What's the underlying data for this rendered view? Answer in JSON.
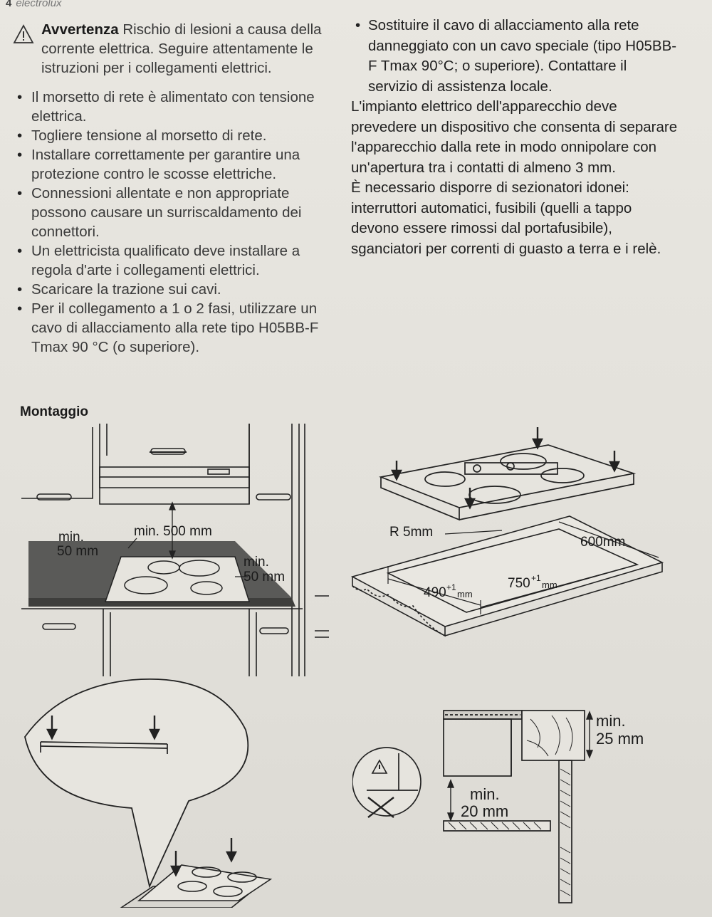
{
  "header": {
    "page_number": "4",
    "brand": "electrolux"
  },
  "warning": {
    "label": "Avvertenza",
    "text": "Rischio di lesioni a causa della corrente elettrica. Seguire attentamente le istruzioni per i collegamenti elettrici."
  },
  "left_bullets": [
    "Il morsetto di rete è alimentato con tensione elettrica.",
    "Togliere tensione al morsetto di rete.",
    "Installare correttamente per garantire una protezione contro le scosse elettriche.",
    "Connessioni allentate e non appropriate possono causare un surriscaldamento dei connettori.",
    "Un elettricista qualificato deve installare a regola d'arte i collegamenti elettrici.",
    "Scaricare la trazione sui cavi.",
    "Per il collegamento a 1 o 2 fasi, utilizzare un cavo di allacciamento alla rete tipo H05BB-F Tmax 90 °C (o superiore)."
  ],
  "right_bullet": "Sostituire il cavo di allacciamento alla rete danneggiato con un cavo speciale (tipo H05BB-F Tmax 90°C; o superiore). Contattare il servizio di assistenza locale.",
  "right_paragraphs": [
    "L'impianto elettrico dell'apparecchio deve prevedere un dispositivo che consenta di separare l'apparecchio dalla rete in modo onnipolare con un'apertura tra i contatti di almeno 3 mm.",
    "È necessario disporre di sezionatori idonei: interruttori automatici, fusibili (quelli a tappo devono essere rimossi dal portafusibile), sganciatori per correnti di guasto a terra e i relè."
  ],
  "section_title": "Montaggio",
  "fig1": {
    "min_label": "min.",
    "left_value": "50 mm",
    "top": "min. 500 mm",
    "right_value": "50 mm"
  },
  "fig2": {
    "radius": "R 5mm",
    "width": "600mm",
    "depth": "490",
    "depth_tol": "+1",
    "unit": "mm",
    "length": "750",
    "length_tol": "+1"
  },
  "fig4": {
    "min_label": "min.",
    "thickness": "25 mm",
    "gap": "20 mm"
  },
  "colors": {
    "paper": "#e6e4de",
    "ink": "#222222",
    "counter": "#5a5a58"
  }
}
